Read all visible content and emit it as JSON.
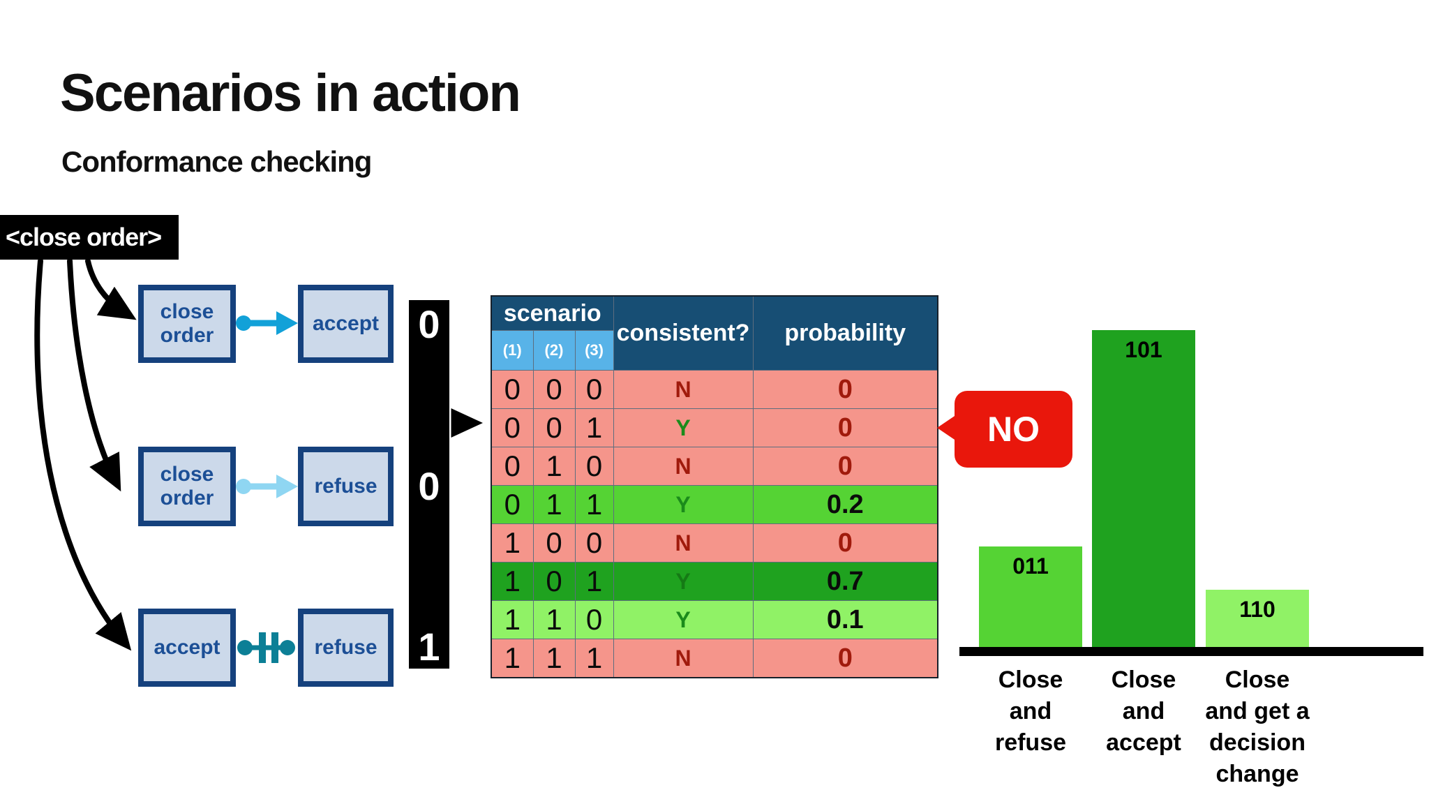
{
  "slide": {
    "title": "Scenarios in action",
    "subtitle": "Conformance checking"
  },
  "trace_label": "<close order>",
  "scenarios": [
    {
      "left": "close order",
      "right": "accept",
      "relation": "response-arrow",
      "observed_bit": "0"
    },
    {
      "left": "close order",
      "right": "refuse",
      "relation": "weak-response-arrow",
      "observed_bit": "0"
    },
    {
      "left": "accept",
      "right": "refuse",
      "relation": "conflict-link",
      "observed_bit": "1"
    }
  ],
  "observed": [
    "0",
    "0",
    "1"
  ],
  "table": {
    "header": {
      "scenario": "scenario",
      "sub_cols": [
        "(1)",
        "(2)",
        "(3)"
      ],
      "consistent": "consistent?",
      "probability": "probability"
    },
    "rows": [
      {
        "bits": [
          "0",
          "0",
          "0"
        ],
        "consistent": "N",
        "probability": "0",
        "bg": "pink",
        "consistent_color": "red",
        "probability_color": "red"
      },
      {
        "bits": [
          "0",
          "0",
          "1"
        ],
        "consistent": "Y",
        "probability": "0",
        "bg": "pink",
        "consistent_color": "green",
        "probability_color": "red"
      },
      {
        "bits": [
          "0",
          "1",
          "0"
        ],
        "consistent": "N",
        "probability": "0",
        "bg": "pink",
        "consistent_color": "red",
        "probability_color": "red"
      },
      {
        "bits": [
          "0",
          "1",
          "1"
        ],
        "consistent": "Y",
        "probability": "0.2",
        "bg": "green_mid",
        "consistent_color": "green",
        "probability_color": "black"
      },
      {
        "bits": [
          "1",
          "0",
          "0"
        ],
        "consistent": "N",
        "probability": "0",
        "bg": "pink",
        "consistent_color": "red",
        "probability_color": "red"
      },
      {
        "bits": [
          "1",
          "0",
          "1"
        ],
        "consistent": "Y",
        "probability": "0.7",
        "bg": "green_dark",
        "consistent_color": "green_muted",
        "probability_color": "black"
      },
      {
        "bits": [
          "1",
          "1",
          "0"
        ],
        "consistent": "Y",
        "probability": "0.1",
        "bg": "green_light",
        "consistent_color": "green",
        "probability_color": "black"
      },
      {
        "bits": [
          "1",
          "1",
          "1"
        ],
        "consistent": "N",
        "probability": "0",
        "bg": "pink",
        "consistent_color": "red",
        "probability_color": "red"
      }
    ]
  },
  "callout": {
    "text": "NO"
  },
  "chart_data": {
    "type": "bar",
    "categories": [
      "Close\nand\nrefuse",
      "Close\nand\naccept",
      "Close\nand get a\ndecision\nchange"
    ],
    "bar_labels": [
      "011",
      "101",
      "110"
    ],
    "values": [
      0.2,
      0.7,
      0.1
    ],
    "bar_colors": [
      "green_mid",
      "green_dark",
      "green_light"
    ],
    "title": "",
    "xlabel": "",
    "ylabel": "",
    "ylim": [
      0,
      0.75
    ],
    "grid": false,
    "legend": "none"
  },
  "palette": {
    "pink": "#f5958b",
    "green_mid": "#55d334",
    "green_dark": "#1fa21f",
    "green_light": "#90f266",
    "red_text": "#a01a0c",
    "green_text": "#1b8b1b",
    "green_text_muted": "#157a15",
    "black_text": "#0b0b0b",
    "header_navy": "#174e74",
    "subheader_blue": "#58b3e8",
    "callout_red": "#e9170c",
    "box_fill": "#ccd9ea",
    "box_border": "#15417d",
    "connector_cyan": "#12a1d8",
    "connector_lightblue": "#8fd6f2",
    "connector_teal": "#0c7f96"
  }
}
